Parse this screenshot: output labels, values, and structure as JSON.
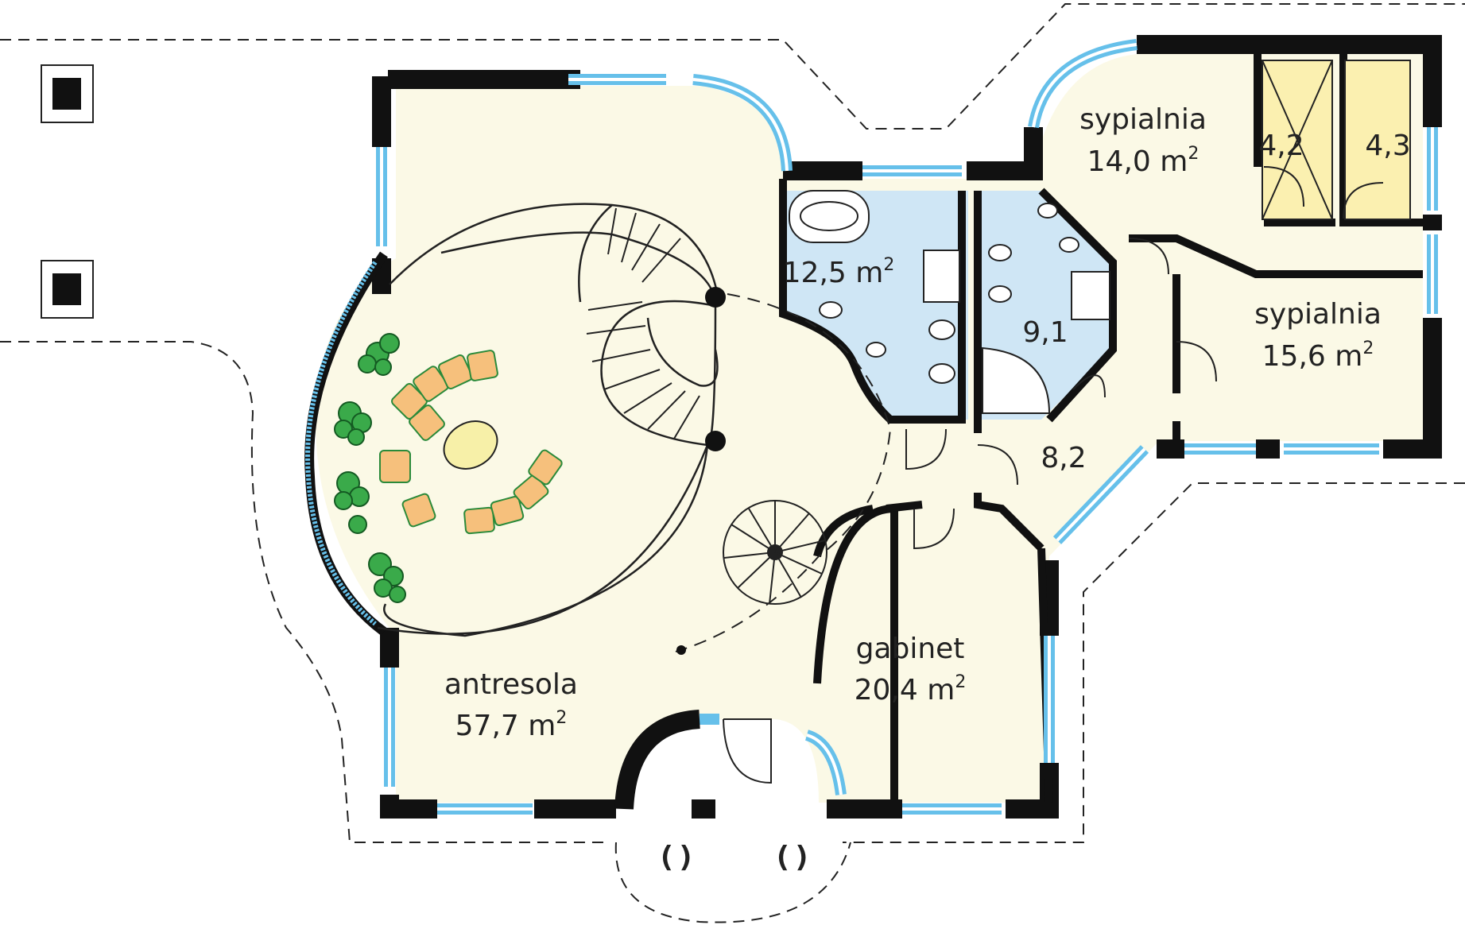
{
  "colors": {
    "floor": "#fbf9e6",
    "bath": "#cfe6f5",
    "wall": "#111111",
    "window": "#66c0ea",
    "sofa": "#f6c07c",
    "plant": "#3aaa4a",
    "table": "#f7f0a8",
    "wardrobe": "#fbf0b0"
  },
  "rooms": {
    "antresola": {
      "name": "antresola",
      "area": "57,7 m",
      "sup": "2"
    },
    "gabinet": {
      "name": "gabinet",
      "area": "20,4 m",
      "sup": "2"
    },
    "bath_large": {
      "area": "12,5 m",
      "sup": "2"
    },
    "bath_small": {
      "area": "9,1"
    },
    "hall": {
      "area": "8,2"
    },
    "bedroom1": {
      "name": "sypialnia",
      "area": "14,0 m",
      "sup": "2"
    },
    "bedroom2": {
      "name": "sypialnia",
      "area": "15,6 m",
      "sup": "2"
    },
    "closet1": {
      "area": "4,2"
    },
    "closet2": {
      "area": "4,3"
    }
  }
}
